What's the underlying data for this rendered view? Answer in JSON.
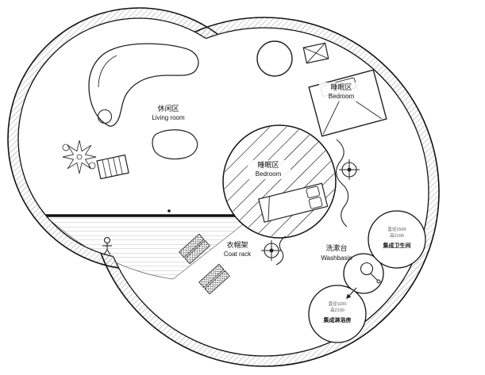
{
  "areas": {
    "living_room": {
      "label_zh": "休闲区",
      "label_en": "Living room"
    },
    "bedroom_upper": {
      "label_zh": "睡眠区",
      "label_en": "Bedroom"
    },
    "bedroom_center": {
      "label_zh": "睡眠区",
      "label_en": "Bedroom"
    },
    "coat_rack": {
      "label_zh": "衣帽架",
      "label_en": "Coat rack"
    },
    "washbasin": {
      "label_zh": "洗漱台",
      "label_en": "Washbasin"
    },
    "bathroom_pod": {
      "dim_line1": "直径1500",
      "dim_line2": "高2100",
      "label_zh": "集成卫生间"
    },
    "shower_pod": {
      "dim_line1": "直径1100",
      "dim_line2": "高2100",
      "label_zh": "集成淋浴房"
    }
  },
  "colors": {
    "wall_line": "#111111",
    "wall_hatch": "#777777",
    "deck_line": "#999999",
    "furniture_line": "#222222",
    "background": "#ffffff"
  }
}
